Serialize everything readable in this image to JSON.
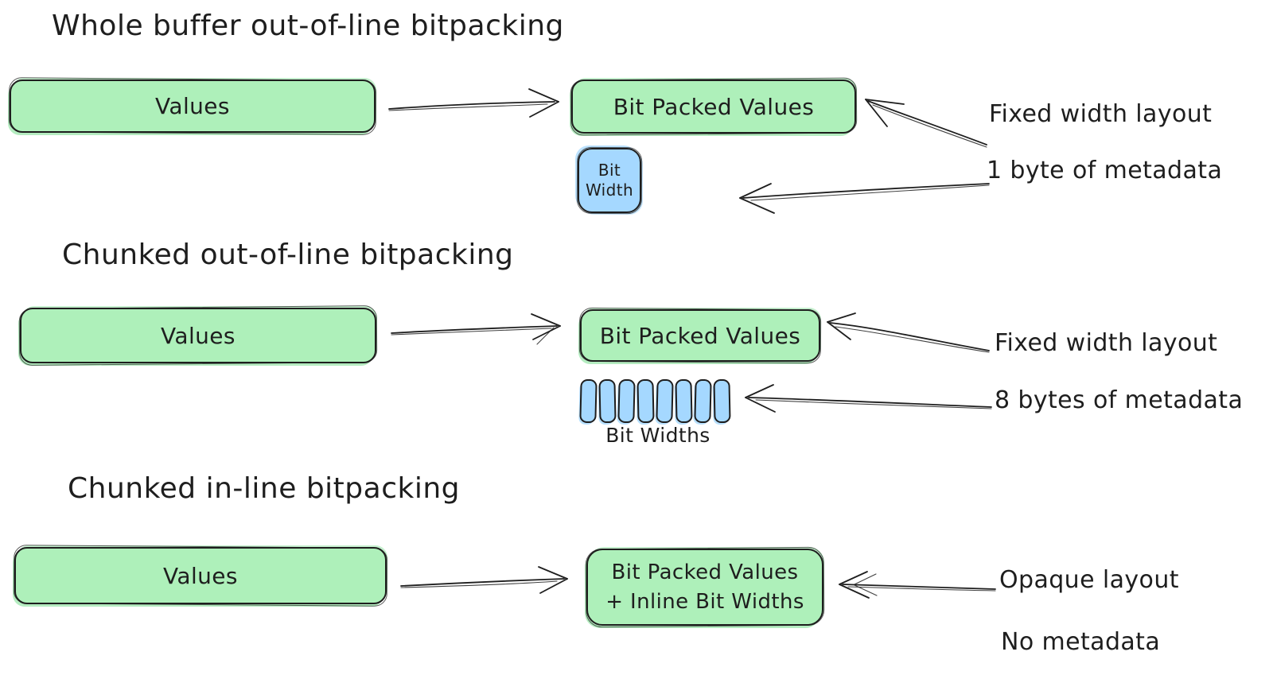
{
  "canvas": {
    "background": "#ffffff",
    "stroke_color": "#1e1e1e",
    "green_fill": "#aef0ba",
    "blue_fill": "#a5d8ff"
  },
  "sections": {
    "whole_buffer": {
      "title": "Whole buffer out-of-line bitpacking",
      "values_box": "Values",
      "packed_box": "Bit Packed Values",
      "bit_width_box_line1": "Bit",
      "bit_width_box_line2": "Width",
      "annotation_layout": "Fixed width layout",
      "annotation_metadata": "1 byte of metadata"
    },
    "chunked_out_of_line": {
      "title": "Chunked out-of-line bitpacking",
      "values_box": "Values",
      "packed_box": "Bit Packed Values",
      "bit_widths_caption": "Bit Widths",
      "chunk_count": 8,
      "annotation_layout": "Fixed width layout",
      "annotation_metadata": "8 bytes of metadata"
    },
    "chunked_in_line": {
      "title": "Chunked in-line bitpacking",
      "values_box": "Values",
      "packed_box_line1": "Bit Packed Values",
      "packed_box_line2": "+ Inline Bit Widths",
      "annotation_layout": "Opaque layout",
      "annotation_metadata": "No metadata"
    }
  }
}
